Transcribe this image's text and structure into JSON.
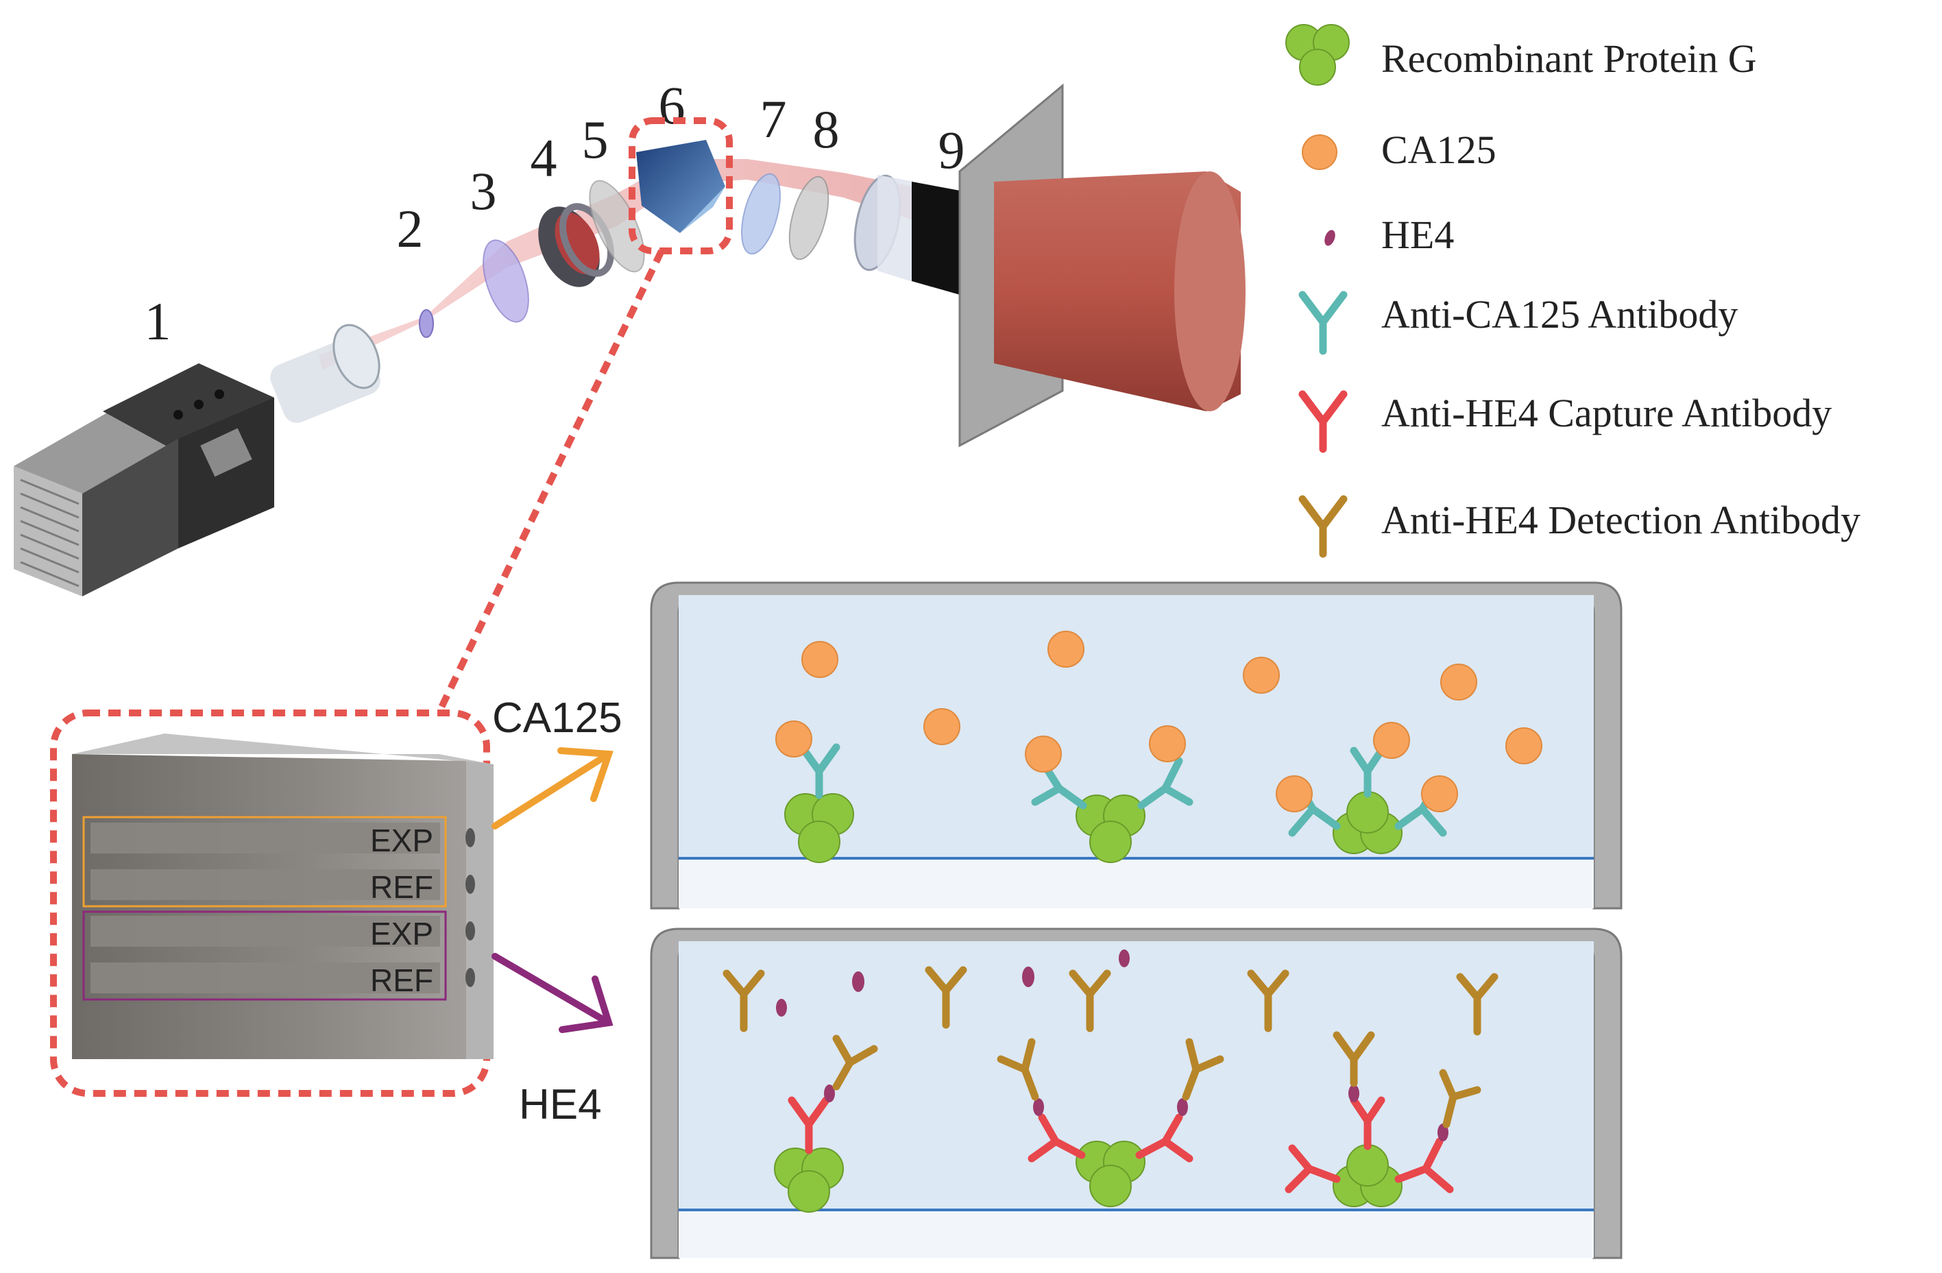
{
  "components": {
    "labels": [
      "1",
      "2",
      "3",
      "4",
      "5",
      "6",
      "7",
      "8",
      "9"
    ]
  },
  "legend": {
    "items": [
      {
        "label": "Recombinant Protein G",
        "icon": "protein-g-icon",
        "color": "#8cc63f"
      },
      {
        "label": "CA125",
        "icon": "ca125-icon",
        "color": "#f7a35c"
      },
      {
        "label": "HE4",
        "icon": "he4-icon",
        "color": "#9b3a6b"
      },
      {
        "label": "Anti-CA125 Antibody",
        "icon": "anti-ca125-antibody-icon",
        "color": "#5cb8b2"
      },
      {
        "label": "Anti-HE4 Capture Antibody",
        "icon": "anti-he4-capture-antibody-icon",
        "color": "#e8474c"
      },
      {
        "label": "Anti-HE4 Detection Antibody",
        "icon": "anti-he4-detection-antibody-icon",
        "color": "#b7862a"
      }
    ]
  },
  "chip": {
    "channels": [
      "EXP",
      "REF",
      "EXP",
      "REF"
    ],
    "ca125_group_color": "#f0a030",
    "he4_group_color": "#8b2a7a"
  },
  "panels": {
    "ca125_label": "CA125",
    "he4_label": "HE4"
  },
  "colors": {
    "dashed_highlight": "#e5554f",
    "beam": "#e06060",
    "cell_fill": "#dce8f4",
    "cell_wall": "#b0b0b0",
    "surface_line": "#3a78c2"
  }
}
